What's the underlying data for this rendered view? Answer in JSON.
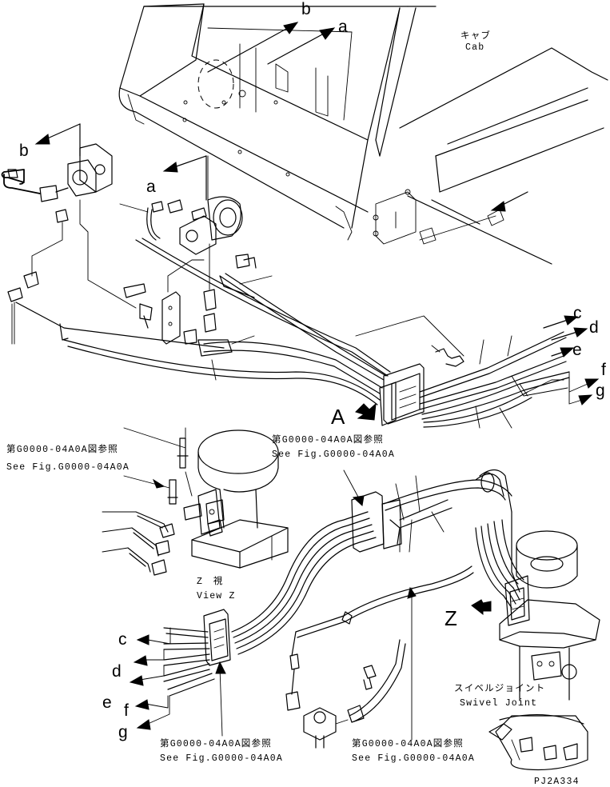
{
  "diagram": {
    "callout_letters": [
      "a",
      "b",
      "c",
      "d",
      "e",
      "f",
      "g"
    ],
    "cab": {
      "jp": "キャブ",
      "en": "Cab"
    },
    "view_marker_A": "A",
    "view_marker_Z": "Z",
    "view_z": {
      "jp": "Z　視",
      "en": "View Z"
    },
    "fig_ref": {
      "jp": "第G0000-04A0A図参照",
      "en": "See Fig.G0000-04A0A"
    },
    "swivel_joint": {
      "jp": "スイベルジョイント",
      "en": "Swivel Joint"
    },
    "drawing_number": "PJ2A334"
  }
}
